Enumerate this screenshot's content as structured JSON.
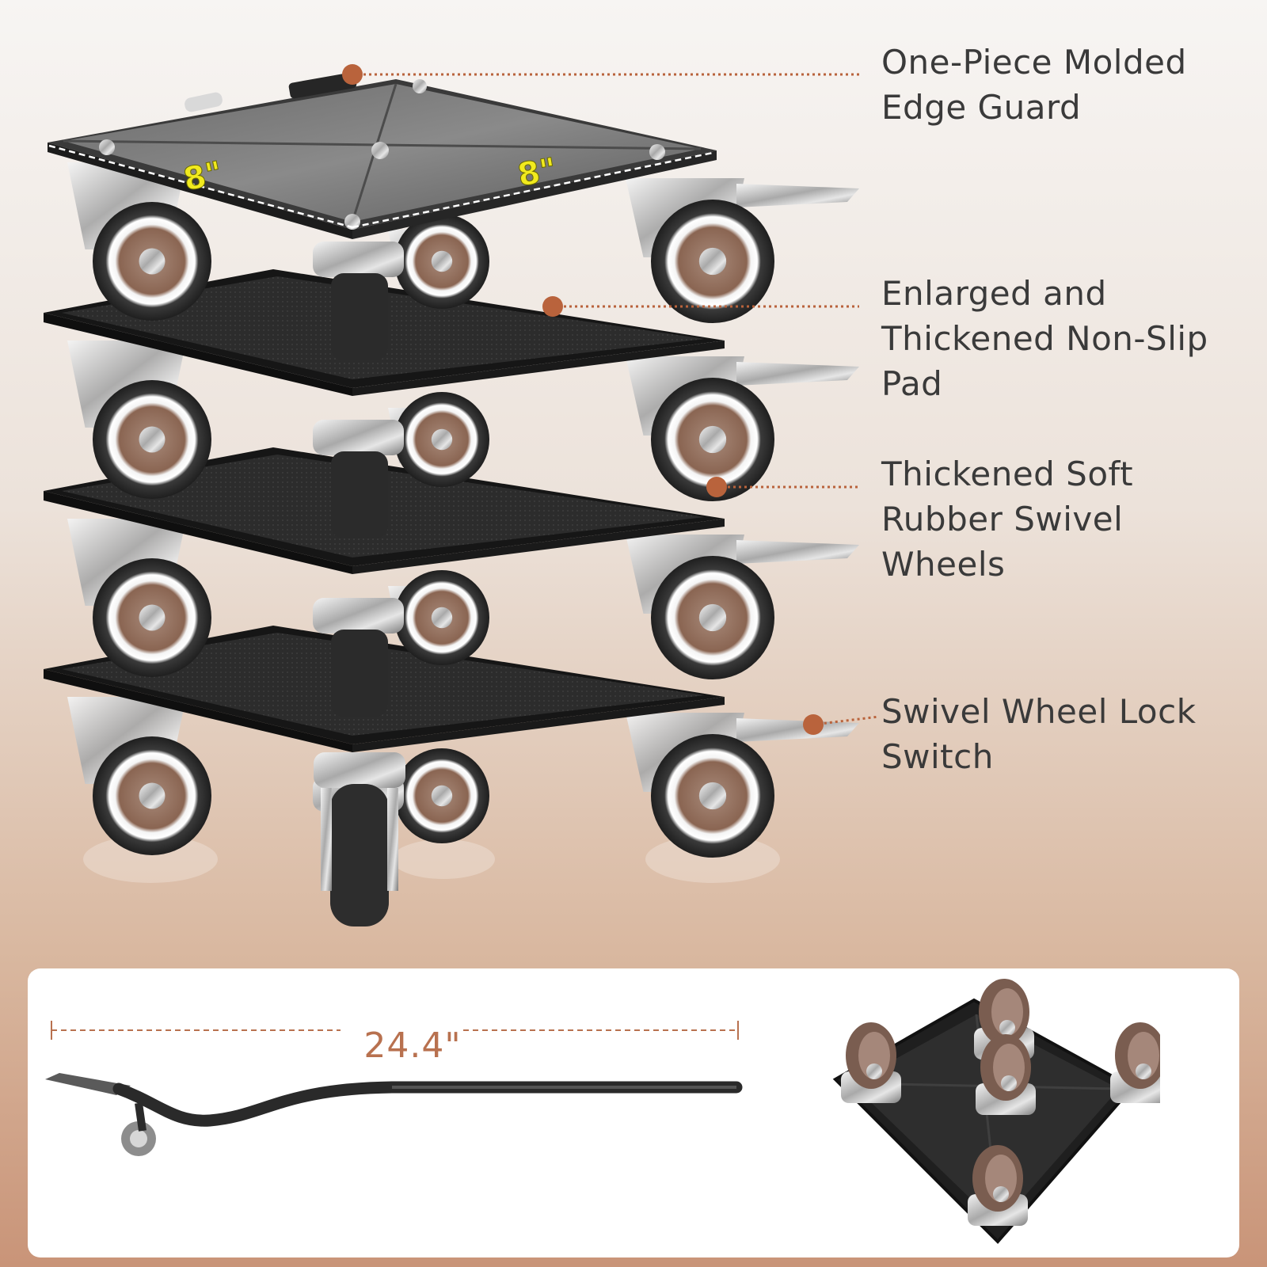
{
  "features": [
    {
      "lines": [
        "One-Piece Molded",
        "Edge Guard"
      ]
    },
    {
      "lines": [
        "Enlarged and",
        "Thickened Non-Slip",
        "Pad"
      ]
    },
    {
      "lines": [
        "Thickened Soft",
        "Rubber Swivel",
        "Wheels"
      ]
    },
    {
      "lines": [
        "Swivel Wheel Lock",
        "Switch"
      ]
    }
  ],
  "dimensions": {
    "platform_side_left": "8\"",
    "platform_side_right": "8\"",
    "handle_length": "24.4\""
  },
  "colors": {
    "accent": "#b8714f",
    "callout_dot": "#b9633c",
    "dimension_text": "#f1ea1e",
    "background_top": "#f7f5f3",
    "background_bottom": "#c99478"
  },
  "icons": [
    "dolly-stack-image",
    "mover-handle-image",
    "dolly-underside-image"
  ]
}
